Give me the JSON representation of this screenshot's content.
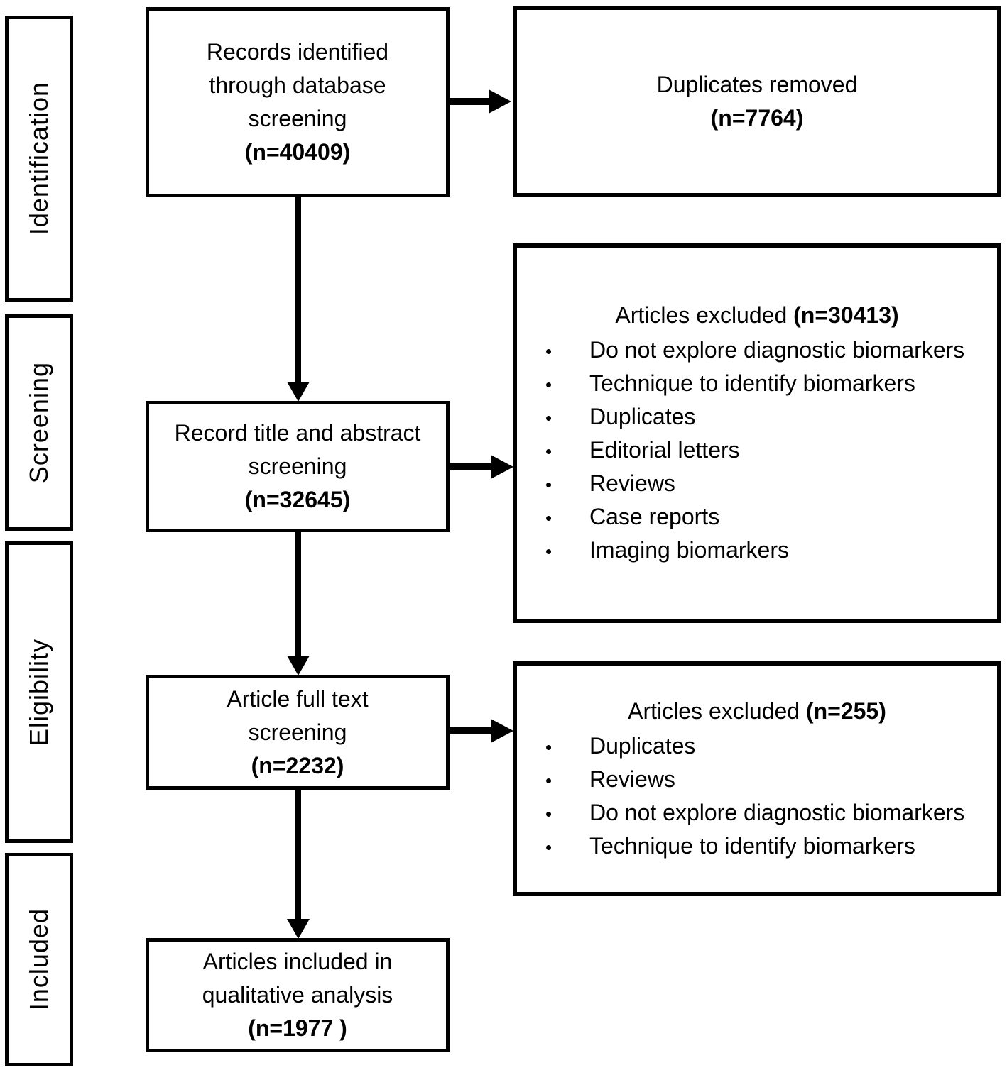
{
  "stages": [
    {
      "label": "Identification"
    },
    {
      "label": "Screening"
    },
    {
      "label": "Eligibility"
    },
    {
      "label": "Included"
    }
  ],
  "flow": [
    {
      "label": "Records identified\nthrough database\nscreening",
      "count": "(n=40409)"
    },
    {
      "label": "Record title and abstract\nscreening",
      "count": "(n=32645)"
    },
    {
      "label": "Article full text\nscreening",
      "count": "(n=2232)"
    },
    {
      "label": "Articles included in\nqualitative analysis",
      "count": "(n=1977 )"
    }
  ],
  "side": [
    {
      "title": "Duplicates removed",
      "count": "(n=7764)",
      "bullets": []
    },
    {
      "title": "Articles excluded",
      "count": "(n=30413)",
      "bullets": [
        "Do not explore diagnostic biomarkers",
        "Technique to identify biomarkers",
        "Duplicates",
        "Editorial letters",
        "Reviews",
        "Case reports",
        "Imaging biomarkers"
      ]
    },
    {
      "title": "Articles excluded",
      "count": "(n=255)",
      "bullets": [
        "Duplicates",
        "Reviews",
        "Do not explore diagnostic biomarkers",
        "Technique to identify biomarkers"
      ]
    }
  ],
  "bullet_glyph": "•",
  "colors": {
    "border": "#000000",
    "background": "#ffffff",
    "text": "#000000"
  }
}
